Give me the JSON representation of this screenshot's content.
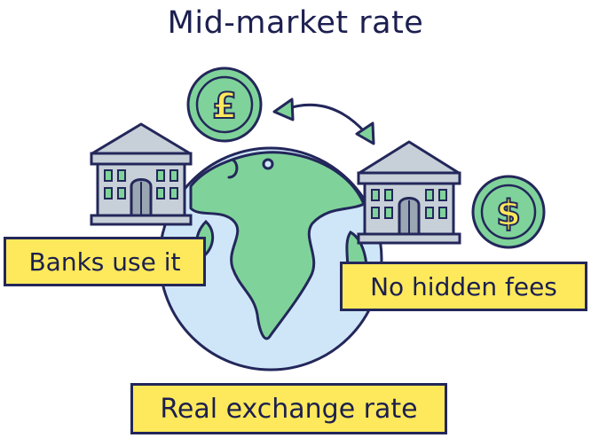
{
  "title": "Mid-market rate",
  "labels": {
    "banks": "Banks use it",
    "fees": "No hidden fees",
    "real": "Real exchange rate"
  },
  "coins": {
    "left_symbol": "£",
    "right_symbol": "$"
  },
  "colors": {
    "outline": "#23275a",
    "land_green": "#7fd39a",
    "ocean_blue": "#cfe6f8",
    "coin_green": "#7fd39a",
    "symbol_yellow": "#fde95b",
    "bank_grey": "#c7d0d8",
    "label_yellow": "#fde95b"
  },
  "icons": [
    "globe-icon",
    "bank-icon",
    "bank-icon",
    "pound-coin-icon",
    "dollar-coin-icon",
    "exchange-arrows-icon"
  ]
}
